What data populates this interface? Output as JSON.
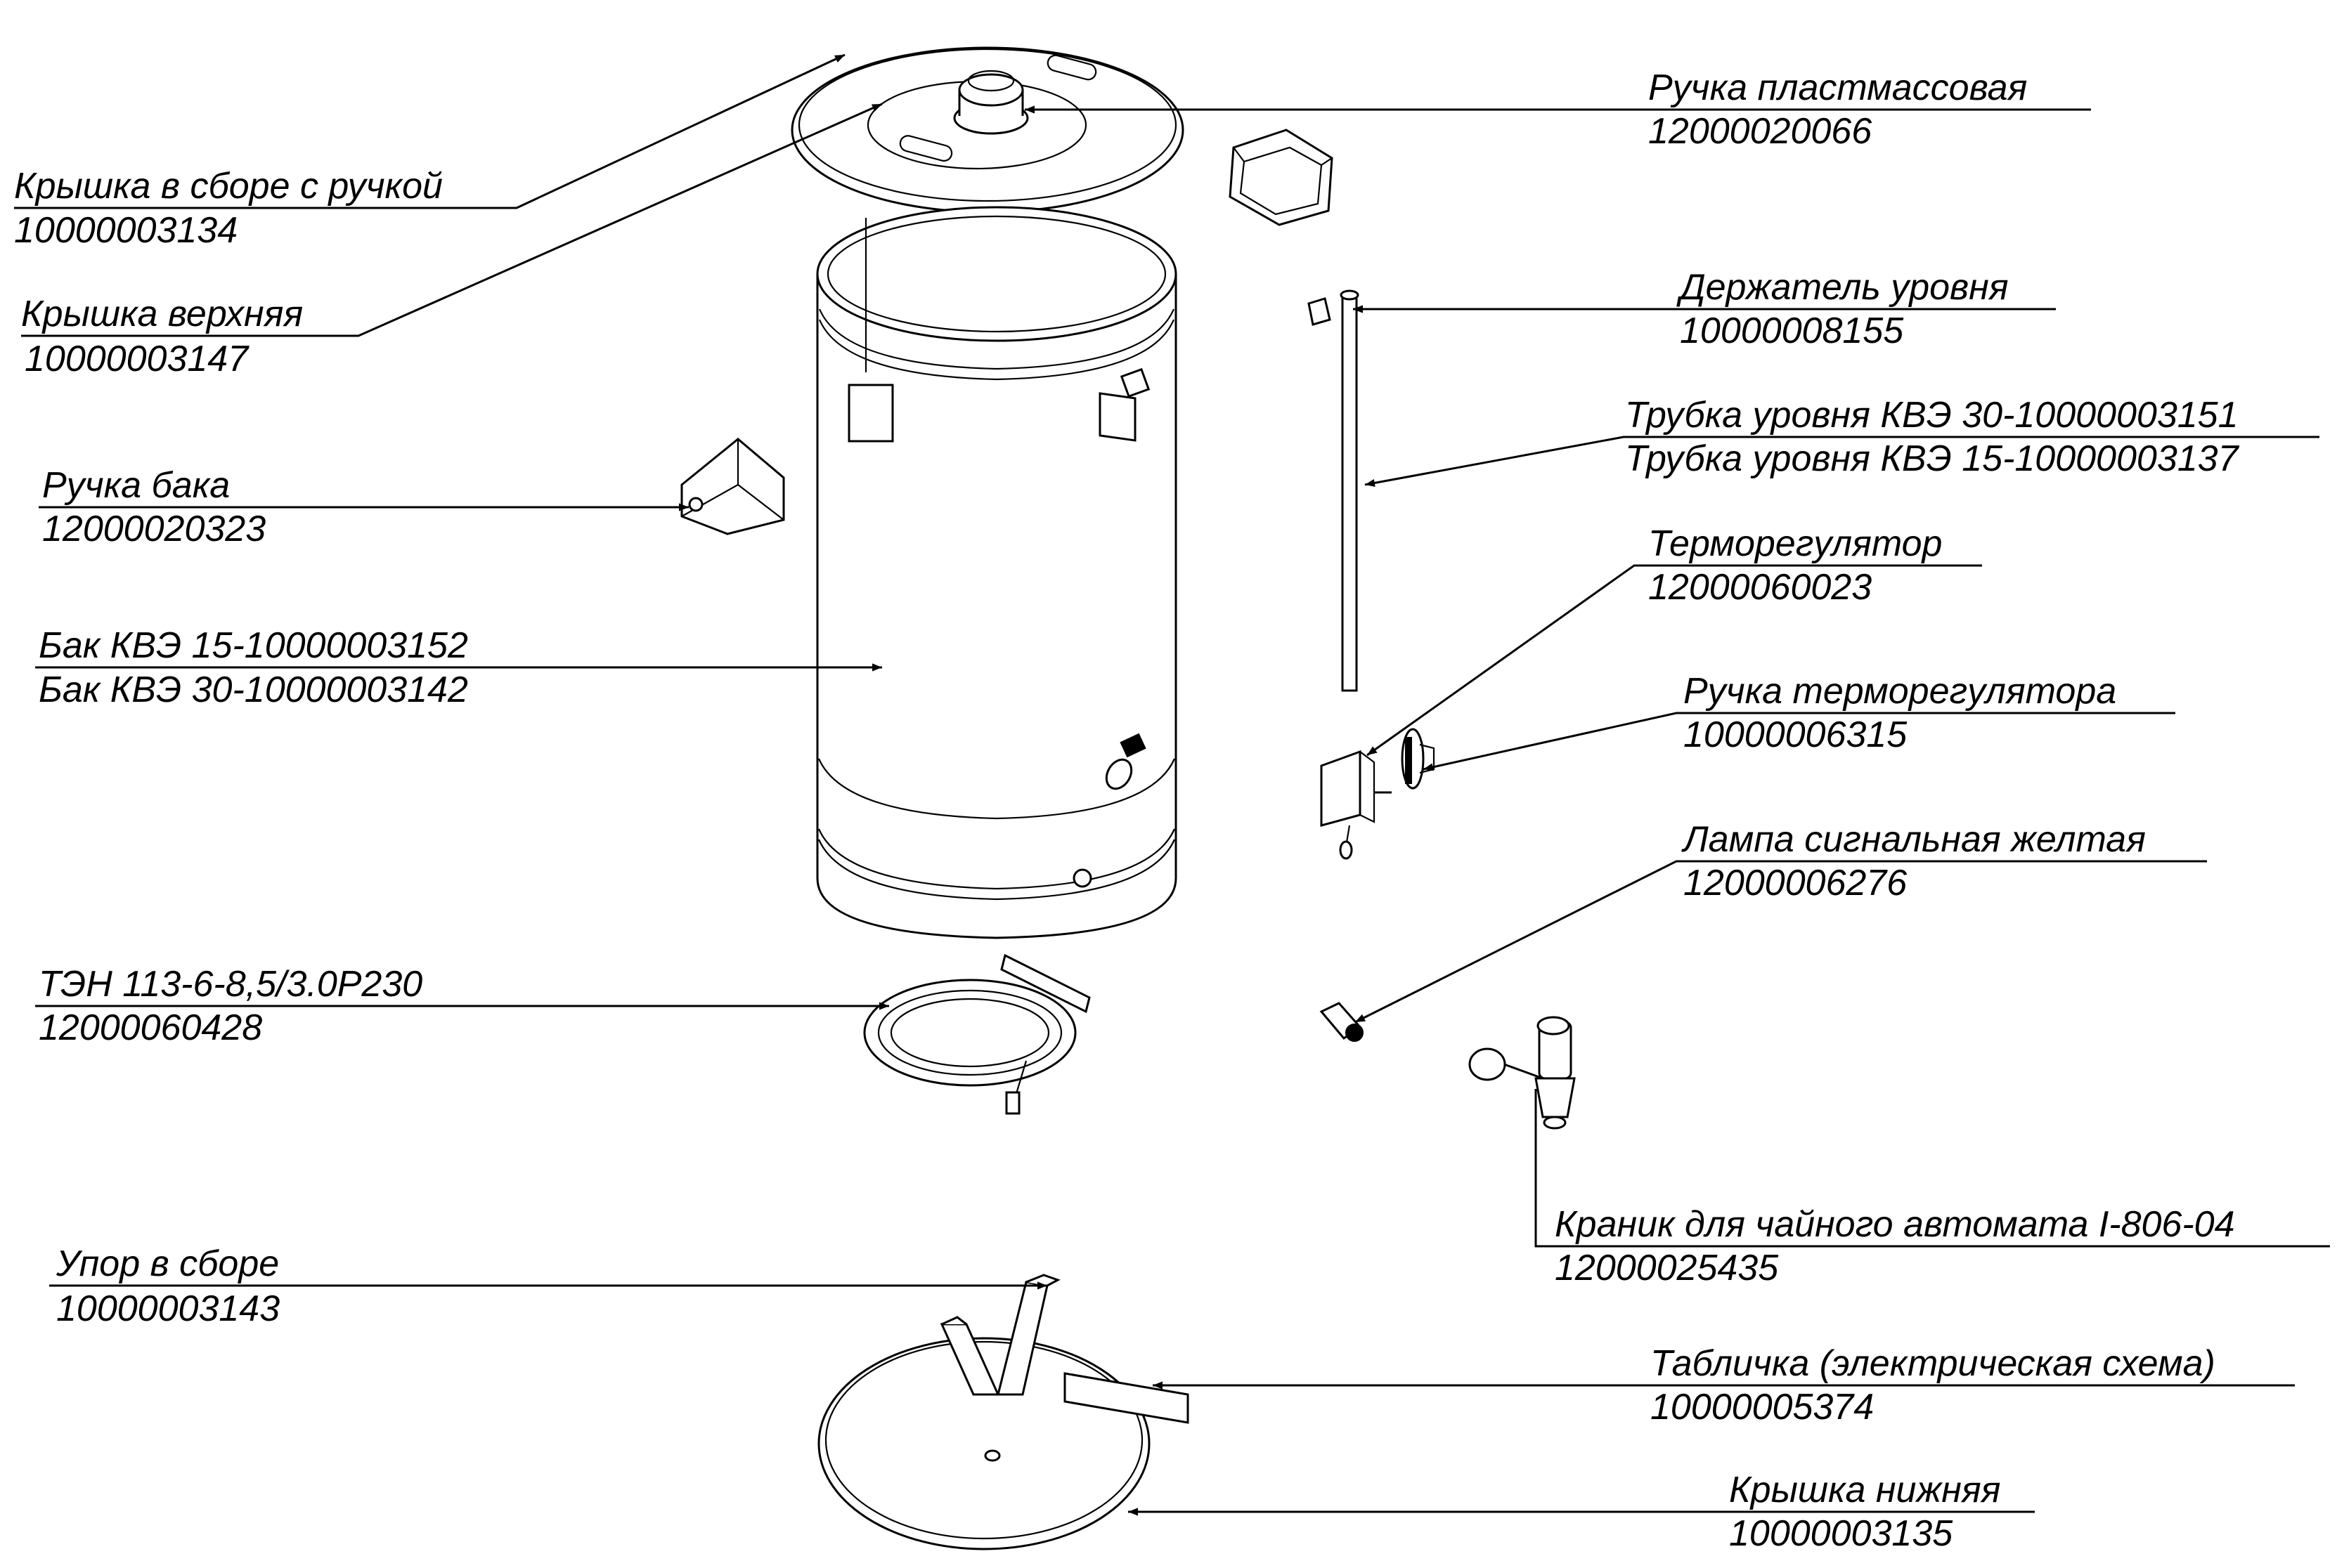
{
  "callouts": {
    "lid_assembly": {
      "name": "Крышка в сборе с ручкой",
      "code": "10000003134"
    },
    "lid_top": {
      "name": "Крышка верхняя",
      "code": "10000003147"
    },
    "tank_handle": {
      "name": "Ручка бака",
      "code": "12000020323"
    },
    "tank": {
      "line1": "Бак КВЭ 15-10000003152",
      "line2": "Бак КВЭ 30-10000003142"
    },
    "heater": {
      "name": "ТЭН 113-6-8,5/3.0Р230",
      "code": "12000060428"
    },
    "stop_assembly": {
      "name": "Упор в сборе",
      "code": "10000003143"
    },
    "plastic_handle": {
      "name": "Ручка  пластмассовая",
      "code": "12000020066"
    },
    "level_holder": {
      "name": "Держатель уровня",
      "code": "10000008155"
    },
    "level_tube": {
      "line1": "Трубка уровня КВЭ 30-10000003151",
      "line2": "Трубка уровня КВЭ 15-10000003137"
    },
    "thermostat": {
      "name": "Терморегулятор",
      "code": "12000060023"
    },
    "thermostat_knob": {
      "name": "Ручка терморегулятора",
      "code": "10000006315"
    },
    "signal_lamp": {
      "name": "Лампа сигнальная желтая",
      "code": "12000006276"
    },
    "tap": {
      "name": "Краник для чайного автомата I-806-04",
      "code": "12000025435"
    },
    "plate": {
      "name": "Табличка (электрическая схема)",
      "code": "10000005374"
    },
    "lid_bottom": {
      "name": "Крышка нижняя",
      "code": "10000003135"
    }
  }
}
